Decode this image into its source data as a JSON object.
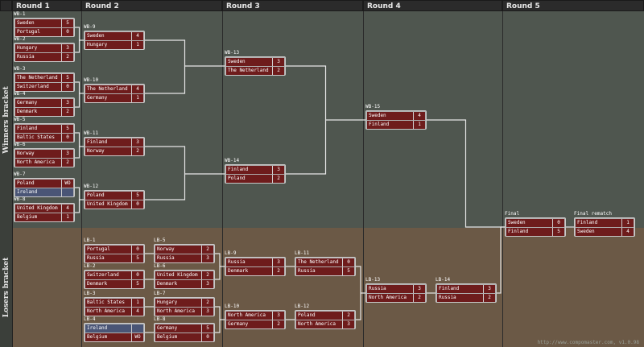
{
  "sections": {
    "winners": "Winners bracket",
    "losers": "Losers bracket"
  },
  "rounds": [
    "Round 1",
    "Round 2",
    "Round 3",
    "Round 4",
    "Round 5"
  ],
  "footer": "http://www.compomaster.com, v1.0.98",
  "matches": [
    {
      "label": "WB-1",
      "t1": "Sweden",
      "s1": "5",
      "t2": "Portugal",
      "s2": "0"
    },
    {
      "label": "WB-2",
      "t1": "Hungary",
      "s1": "3",
      "t2": "Russia",
      "s2": "2"
    },
    {
      "label": "WB-3",
      "t1": "The Netherland",
      "s1": "5",
      "t2": "Switzerland",
      "s2": "0"
    },
    {
      "label": "WB-4",
      "t1": "Germany",
      "s1": "3",
      "t2": "Denmark",
      "s2": "2"
    },
    {
      "label": "WB-5",
      "t1": "Finland",
      "s1": "5",
      "t2": "Baltic States",
      "s2": "0"
    },
    {
      "label": "WB-6",
      "t1": "Norway",
      "s1": "3",
      "t2": "North America",
      "s2": "2"
    },
    {
      "label": "WB-7",
      "t1": "Poland",
      "s1": "WO",
      "t2": "Ireland",
      "s2": ""
    },
    {
      "label": "WB-8",
      "t1": "United Kingdom",
      "s1": "4",
      "t2": "Belgium",
      "s2": "1"
    },
    {
      "label": "WB-9",
      "t1": "Sweden",
      "s1": "4",
      "t2": "Hungary",
      "s2": "1"
    },
    {
      "label": "WB-10",
      "t1": "The Netherland",
      "s1": "4",
      "t2": "Germany",
      "s2": "1"
    },
    {
      "label": "WB-11",
      "t1": "Finland",
      "s1": "3",
      "t2": "Norway",
      "s2": "2"
    },
    {
      "label": "WB-12",
      "t1": "Poland",
      "s1": "5",
      "t2": "United Kingdom",
      "s2": "0"
    },
    {
      "label": "WB-13",
      "t1": "Sweden",
      "s1": "3",
      "t2": "The Netherland",
      "s2": "2"
    },
    {
      "label": "WB-14",
      "t1": "Finland",
      "s1": "3",
      "t2": "Poland",
      "s2": "2"
    },
    {
      "label": "WB-15",
      "t1": "Sweden",
      "s1": "4",
      "t2": "Finland",
      "s2": "1"
    },
    {
      "label": "Final",
      "t1": "Sweden",
      "s1": "0",
      "t2": "Finland",
      "s2": "5"
    },
    {
      "label": "Final rematch",
      "t1": "Finland",
      "s1": "1",
      "t2": "Sweden",
      "s2": "4"
    },
    {
      "label": "LB-1",
      "t1": "Portugal",
      "s1": "0",
      "t2": "Russia",
      "s2": "5"
    },
    {
      "label": "LB-2",
      "t1": "Switzerland",
      "s1": "0",
      "t2": "Denmark",
      "s2": "5"
    },
    {
      "label": "LB-3",
      "t1": "Baltic States",
      "s1": "1",
      "t2": "North America",
      "s2": "4"
    },
    {
      "label": "LB-4",
      "t1": "Ireland",
      "s1": "",
      "t2": "Belgium",
      "s2": "WO"
    },
    {
      "label": "LB-5",
      "t1": "Norway",
      "s1": "2",
      "t2": "Russia",
      "s2": "3"
    },
    {
      "label": "LB-6",
      "t1": "United Kingdom",
      "s1": "2",
      "t2": "Denmark",
      "s2": "3"
    },
    {
      "label": "LB-7",
      "t1": "Hungary",
      "s1": "2",
      "t2": "North America",
      "s2": "3"
    },
    {
      "label": "LB-8",
      "t1": "Germany",
      "s1": "5",
      "t2": "Belgium",
      "s2": "0"
    },
    {
      "label": "LB-9",
      "t1": "Russia",
      "s1": "3",
      "t2": "Denmark",
      "s2": "2"
    },
    {
      "label": "LB-10",
      "t1": "North America",
      "s1": "3",
      "t2": "Germany",
      "s2": "2"
    },
    {
      "label": "LB-11",
      "t1": "The Netherland",
      "s1": "0",
      "t2": "Russia",
      "s2": "5"
    },
    {
      "label": "LB-12",
      "t1": "Poland",
      "s1": "2",
      "t2": "North America",
      "s2": "3"
    },
    {
      "label": "LB-13",
      "t1": "Russia",
      "s1": "3",
      "t2": "North America",
      "s2": "2"
    },
    {
      "label": "LB-14",
      "t1": "Finland",
      "s1": "3",
      "t2": "Russia",
      "s2": "2"
    }
  ]
}
